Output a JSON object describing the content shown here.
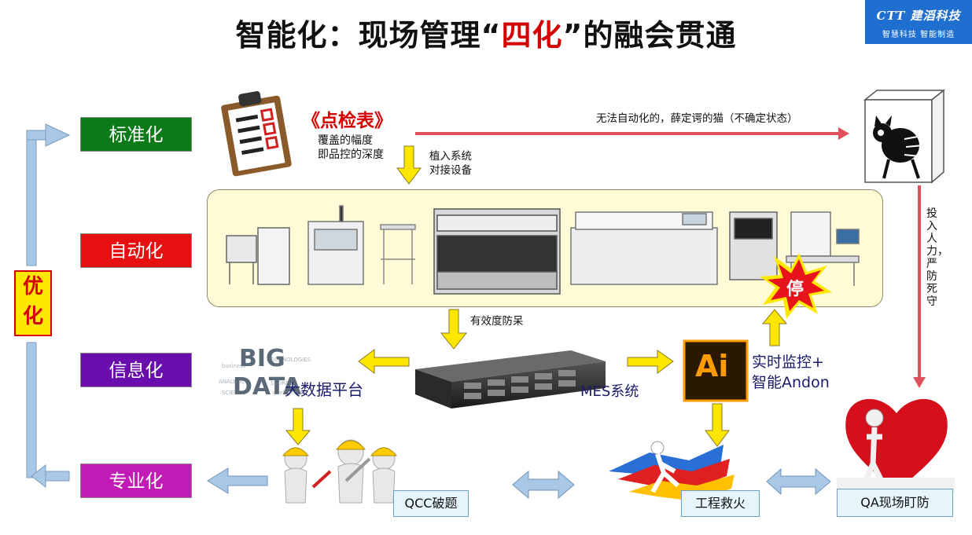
{
  "title": {
    "prefix": "智能化：现场管理“",
    "highlight": "四化",
    "suffix": "”的融会贯通"
  },
  "logo": {
    "name": "CTT 建滔科技",
    "slogan": "智慧科技 智能制造"
  },
  "levels": [
    {
      "label": "标准化",
      "color": "#0d7a1a"
    },
    {
      "label": "自动化",
      "color": "#e61010"
    },
    {
      "label": "信息化",
      "color": "#6a0dad"
    },
    {
      "label": "专业化",
      "color": "#c21ab5"
    }
  ],
  "optimize": {
    "line1": "优",
    "line2": "化"
  },
  "checklist": {
    "title": "《点检表》",
    "line1": "覆盖的幅度",
    "line2": "即品控的深度"
  },
  "implant": {
    "line1": "植入系统",
    "line2": "对接设备"
  },
  "cat_note": "无法自动化的，薛定谔的猫（不确定状态）",
  "manpower_note": "投入人力，严防死守",
  "stop_label": "停",
  "foolproof": "有效度防呆",
  "bigdata": {
    "word1": "BIG",
    "word2": "DATA",
    "label": "大数据平台"
  },
  "mes_label": "MES系统",
  "ai": {
    "logo": "Ai",
    "line1": "实时监控+",
    "line2": "智能Andon"
  },
  "qcc_label": "QCC破题",
  "firefight_label": "工程救火",
  "qa_label": "QA现场盯防",
  "colors": {
    "arrow_yellow": "#ffe600",
    "arrow_blue": "#a9c8e6",
    "red_line": "#e0505a"
  }
}
